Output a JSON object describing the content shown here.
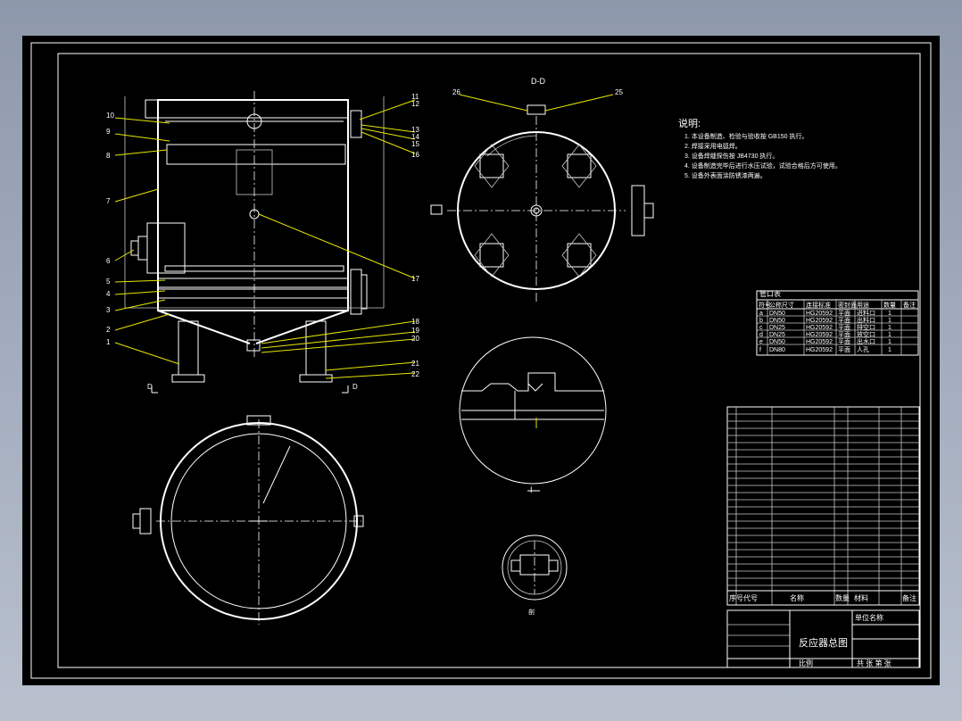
{
  "drawing": {
    "title": "反应器总图",
    "section_label": "D-D",
    "section_marker_left": "D",
    "section_marker_right": "D",
    "detail_label": "I",
    "detail2_label": "剖",
    "notes_heading": "说明:",
    "notes": [
      "1. 本设备制造、检验与验收按 GB150 执行。",
      "2. 焊接采用电弧焊。",
      "3. 设备焊缝探伤按 JB4730 执行。",
      "4. 设备制造完毕后进行水压试验，试验合格后方可使用。",
      "5. 设备外表面涂防锈漆两遍。"
    ],
    "part_numbers_left": [
      "10",
      "9",
      "8",
      "7",
      "6",
      "5",
      "4",
      "3",
      "2",
      "1"
    ],
    "part_numbers_right": [
      "11",
      "12",
      "13",
      "14",
      "15",
      "16",
      "17",
      "18",
      "19",
      "20",
      "21",
      "22"
    ],
    "part_numbers_top": [
      "26",
      "25"
    ]
  },
  "nozzle_table": {
    "title": "管口表",
    "headers": [
      "符号",
      "公称尺寸",
      "连接标准",
      "密封面",
      "用途",
      "数量",
      "备注"
    ],
    "rows": [
      [
        "a",
        "DN50",
        "HG20592",
        "平面",
        "进料口",
        "1",
        ""
      ],
      [
        "b",
        "DN50",
        "HG20592",
        "平面",
        "出料口",
        "1",
        ""
      ],
      [
        "c",
        "DN25",
        "HG20592",
        "平面",
        "排空口",
        "1",
        ""
      ],
      [
        "d",
        "DN25",
        "HG20592",
        "平面",
        "放空口",
        "1",
        ""
      ],
      [
        "e",
        "DN50",
        "HG20592",
        "平面",
        "出水口",
        "1",
        ""
      ],
      [
        "f",
        "DN80",
        "HG20592",
        "平面",
        "人孔",
        "1",
        ""
      ]
    ]
  },
  "title_block": {
    "headers": [
      "序号",
      "代号",
      "名称",
      "数量",
      "材料",
      "备注"
    ],
    "unit_label": "单位名称",
    "drawing_name": "反应器总图",
    "scale_label": "比例",
    "sheet_label": "共 张 第 张"
  }
}
